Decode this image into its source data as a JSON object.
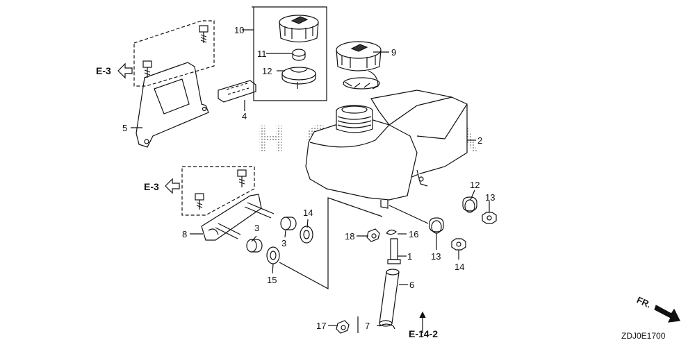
{
  "diagram": {
    "watermark": "HONDA",
    "diagram_code": "ZDJ0E1700",
    "front_marker": "FR.",
    "callouts": [
      {
        "id": "c1",
        "text": "1"
      },
      {
        "id": "c2",
        "text": "2"
      },
      {
        "id": "c3a",
        "text": "3"
      },
      {
        "id": "c3b",
        "text": "3"
      },
      {
        "id": "c4",
        "text": "4"
      },
      {
        "id": "c5",
        "text": "5"
      },
      {
        "id": "c6",
        "text": "6"
      },
      {
        "id": "c7",
        "text": "7"
      },
      {
        "id": "c8",
        "text": "8"
      },
      {
        "id": "c9",
        "text": "9"
      },
      {
        "id": "c10",
        "text": "10"
      },
      {
        "id": "c11",
        "text": "11"
      },
      {
        "id": "c12a",
        "text": "12"
      },
      {
        "id": "c12b",
        "text": "12"
      },
      {
        "id": "c13a",
        "text": "13"
      },
      {
        "id": "c13b",
        "text": "13"
      },
      {
        "id": "c14a",
        "text": "14"
      },
      {
        "id": "c14b",
        "text": "14"
      },
      {
        "id": "c15",
        "text": "15"
      },
      {
        "id": "c16",
        "text": "16"
      },
      {
        "id": "c17",
        "text": "17"
      },
      {
        "id": "c18",
        "text": "18"
      }
    ],
    "references": [
      {
        "id": "r1",
        "text": "E-3"
      },
      {
        "id": "r2",
        "text": "E-3"
      },
      {
        "id": "r3",
        "text": "E-14-2"
      }
    ]
  }
}
